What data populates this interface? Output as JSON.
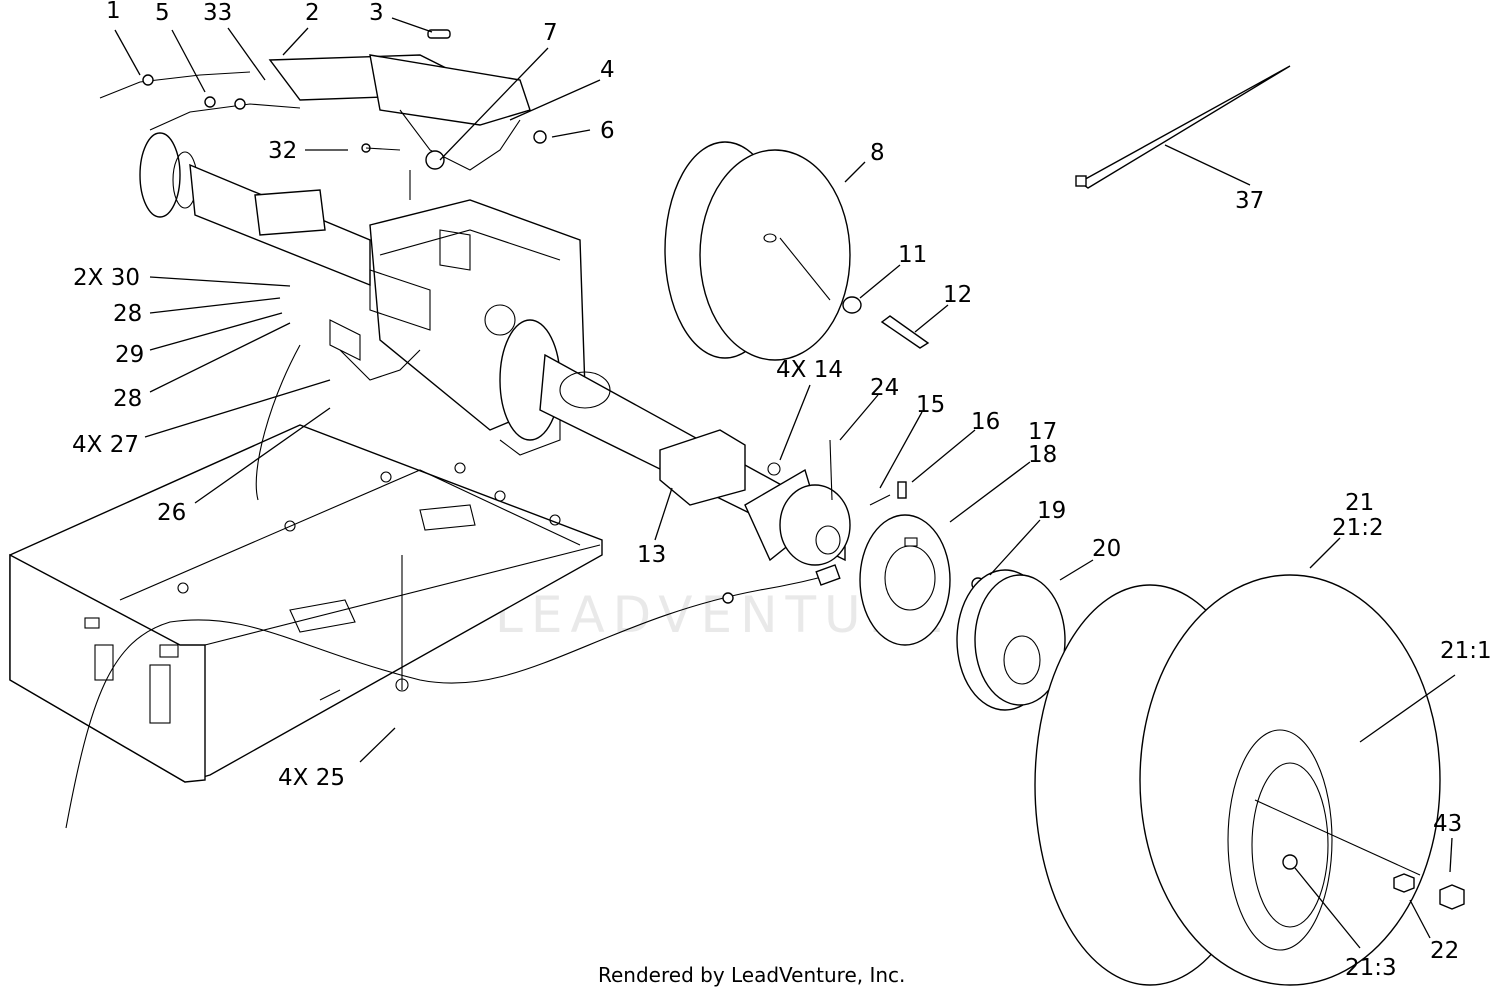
{
  "footer": "Rendered by LeadVenture, Inc.",
  "watermark": "LEADVENTURE",
  "callouts": {
    "c1": "1",
    "c5": "5",
    "c33": "33",
    "c2": "2",
    "c3": "3",
    "c7": "7",
    "c4": "4",
    "c6": "6",
    "c32": "32",
    "c8": "8",
    "c11": "11",
    "c12": "12",
    "c37": "37",
    "c2x30": "2X 30",
    "c28a": "28",
    "c29": "29",
    "c28b": "28",
    "c4x27": "4X 27",
    "c26": "26",
    "c4x14": "4X 14",
    "c24": "24",
    "c15": "15",
    "c16": "16",
    "c17": "17",
    "c18": "18",
    "c19": "19",
    "c20": "20",
    "c21": "21",
    "c21_2": "21:2",
    "c21_1": "21:1",
    "c13": "13",
    "c4x25": "4X 25",
    "c43": "43",
    "c22": "22",
    "c21_3": "21:3"
  },
  "colors": {
    "line": "#000000",
    "watermark": "#e9e9e9",
    "background": "#ffffff"
  }
}
